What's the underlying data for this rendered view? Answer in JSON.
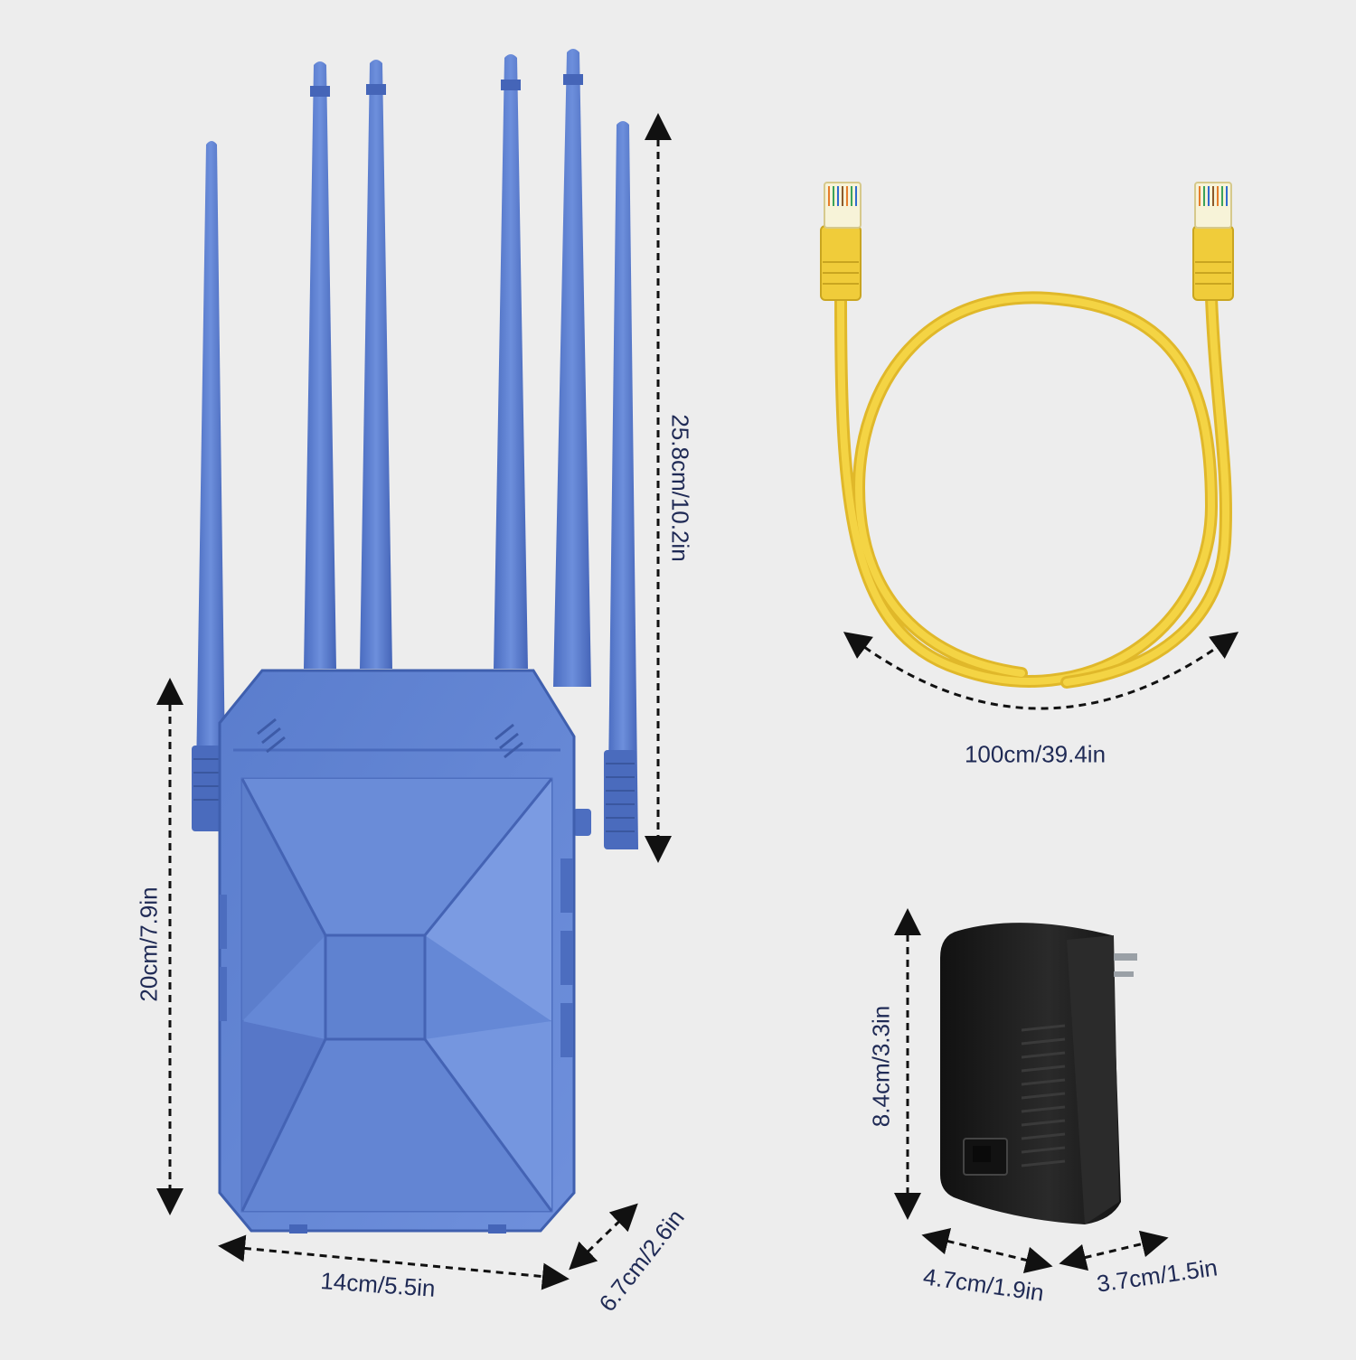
{
  "colors": {
    "background": "#ededed",
    "router_blue": "#5b7fcf",
    "router_blue_dark": "#3f5fae",
    "router_blue_light": "#7f9ee0",
    "cable_yellow": "#f1cf3c",
    "adapter_black": "#1e1e1e",
    "dimension_text": "#1f2a55"
  },
  "router": {
    "antenna_count": 6,
    "total_height_label": "25.8cm/10.2in",
    "body_height_label": "20cm/7.9in",
    "width_label": "14cm/5.5in",
    "depth_label": "6.7cm/2.6in"
  },
  "cable": {
    "length_label": "100cm/39.4in"
  },
  "adapter": {
    "height_label": "8.4cm/3.3in",
    "width_label": "4.7cm/1.9in",
    "depth_label": "3.7cm/1.5in"
  }
}
